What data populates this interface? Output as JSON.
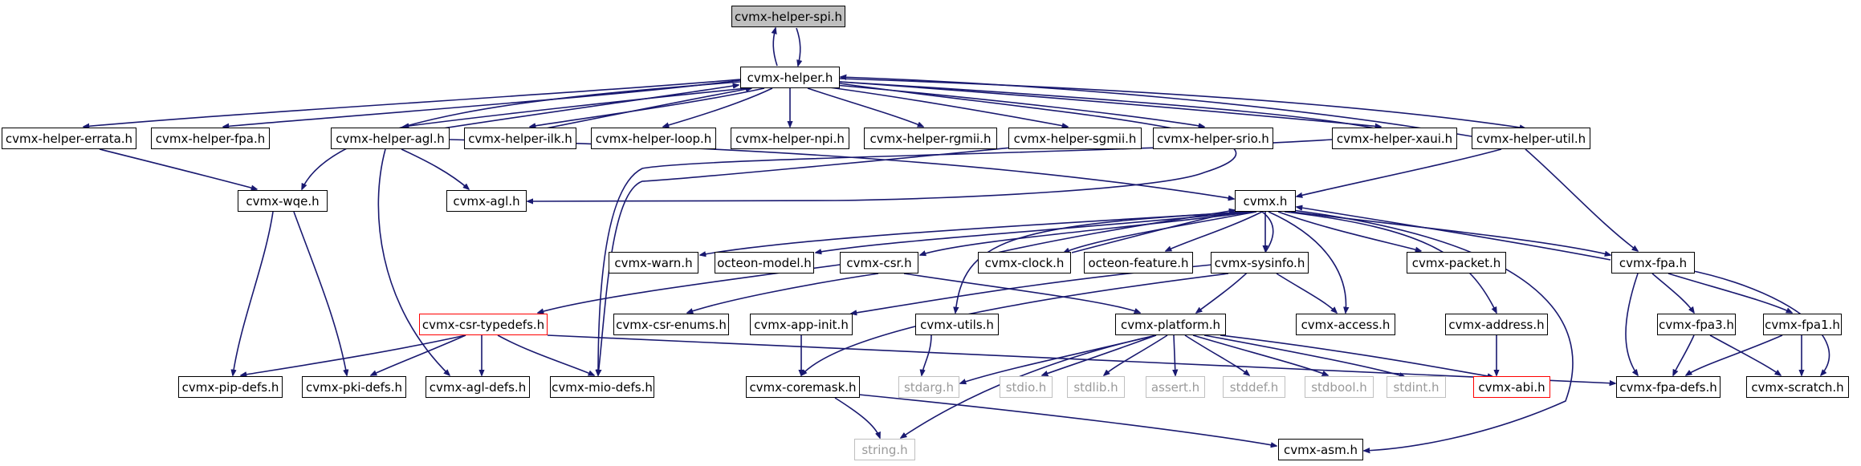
{
  "graph": {
    "edge_color": "#191970",
    "current_fill": "#bfbfbf",
    "truncated_border": "#ff0000",
    "missing_color": "#bfbfbf",
    "nodes": {
      "spi": "cvmx-helper-spi.h",
      "helper": "cvmx-helper.h",
      "errata": "cvmx-helper-errata.h",
      "hfpa": "cvmx-helper-fpa.h",
      "hagl": "cvmx-helper-agl.h",
      "ilk": "cvmx-helper-ilk.h",
      "loop": "cvmx-helper-loop.h",
      "npi": "cvmx-helper-npi.h",
      "rgmii": "cvmx-helper-rgmii.h",
      "sgmii": "cvmx-helper-sgmii.h",
      "srio": "cvmx-helper-srio.h",
      "xaui": "cvmx-helper-xaui.h",
      "util": "cvmx-helper-util.h",
      "wqe": "cvmx-wqe.h",
      "agl": "cvmx-agl.h",
      "cvmx": "cvmx.h",
      "warn": "cvmx-warn.h",
      "model": "octeon-model.h",
      "csr": "cvmx-csr.h",
      "clock": "cvmx-clock.h",
      "feature": "octeon-feature.h",
      "sysinfo": "cvmx-sysinfo.h",
      "packet": "cvmx-packet.h",
      "fpa": "cvmx-fpa.h",
      "typedefs": "cvmx-csr-typedefs.h",
      "enums": "cvmx-csr-enums.h",
      "appinit": "cvmx-app-init.h",
      "utils": "cvmx-utils.h",
      "platform": "cvmx-platform.h",
      "access": "cvmx-access.h",
      "address": "cvmx-address.h",
      "fpa3": "cvmx-fpa3.h",
      "fpa1": "cvmx-fpa1.h",
      "pip": "cvmx-pip-defs.h",
      "pki": "cvmx-pki-defs.h",
      "agldefs": "cvmx-agl-defs.h",
      "mio": "cvmx-mio-defs.h",
      "coremask": "cvmx-coremask.h",
      "stdarg": "stdarg.h",
      "stdio": "stdio.h",
      "stdlib": "stdlib.h",
      "assert": "assert.h",
      "stddef": "stddef.h",
      "stdbool": "stdbool.h",
      "stdint": "stdint.h",
      "abi": "cvmx-abi.h",
      "fpadefs": "cvmx-fpa-defs.h",
      "scratch": "cvmx-scratch.h",
      "string": "string.h",
      "asm": "cvmx-asm.h"
    }
  }
}
